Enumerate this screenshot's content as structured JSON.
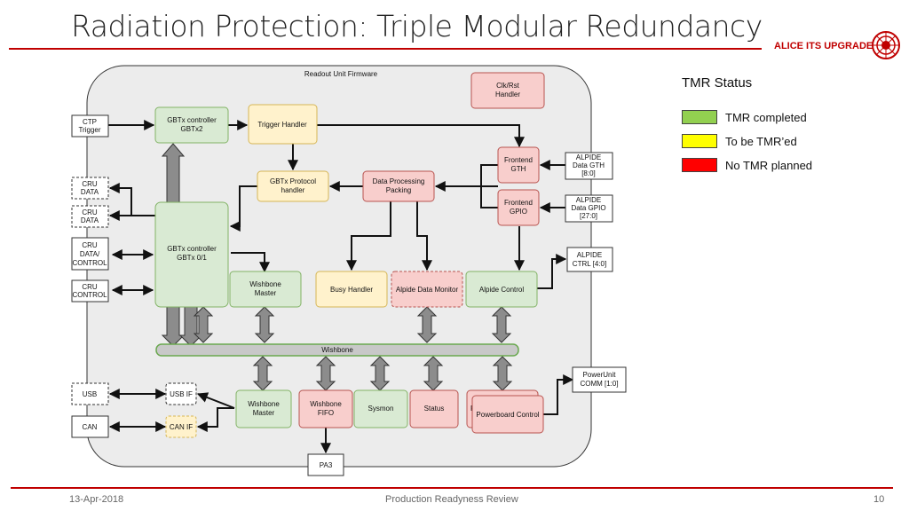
{
  "slide": {
    "title": "Radiation Protection: Triple Modular Redundancy",
    "brand": "ALICE ITS UPGRADE",
    "footer_date": "13-Apr-2018",
    "footer_center": "Production Readyness Review",
    "page_number": "10"
  },
  "legend": {
    "title": "TMR Status",
    "items": [
      {
        "label": "TMR completed",
        "color": "#92d050"
      },
      {
        "label": "To be TMR’ed",
        "color": "#ffff00"
      },
      {
        "label": "No TMR planned",
        "color": "#ff0000"
      }
    ]
  },
  "diagram": {
    "firmware_label": "Readout Unit Firmware",
    "colors": {
      "green": "#d9ead3",
      "green_border": "#82b366",
      "yellow": "#fff2cc",
      "yellow_border": "#d6b656",
      "red": "#f8cecc",
      "red_border": "#b85450",
      "panel": "#ececec"
    },
    "blocks": {
      "clk_rst": "Clk/Rst Handler",
      "gbtx_ctrl_x2": "GBTx controller GBTx2",
      "trigger_handler": "Trigger Handler",
      "gbtx_protocol": "GBTx Protocol handler",
      "data_processing": "Data Processing Packing",
      "frontend_gth": "Frontend GTH",
      "frontend_gpio": "Frontend GPIO",
      "gbtx_ctrl_01": "GBTx controller GBTx 0/1",
      "wb_master_top": "Wishbone Master",
      "busy_handler": "Busy Handler",
      "alpide_monitor": "Alpide Data Monitor",
      "alpide_control": "Alpide Control",
      "wishbone_bus": "Wishbone",
      "usb_if": "USB IF",
      "can_if": "CAN IF",
      "wb_master_bottom": "Wishbone Master",
      "wb_fifo": "Wishbone FIFO",
      "sysmon": "Sysmon",
      "status": "Status",
      "powerboard_control": "Powerboard Control",
      "powerboard_control_back": "P"
    },
    "external": {
      "ctp": "CTP Trigger",
      "cru_data_1": "CRU DATA",
      "cru_data_2": "CRU DATA",
      "cru_data_control": "CRU DATA/ CONTROL",
      "cru_control": "CRU CONTROL",
      "usb": "USB",
      "can": "CAN",
      "alpide_gth": "ALPIDE Data GTH [8:0]",
      "alpide_gpio": "ALPIDE Data GPIO [27:0]",
      "alpide_ctrl": "ALPIDE CTRL [4:0]",
      "powerunit": "PowerUnit COMM [1:0]",
      "pa3": "PA3"
    }
  }
}
